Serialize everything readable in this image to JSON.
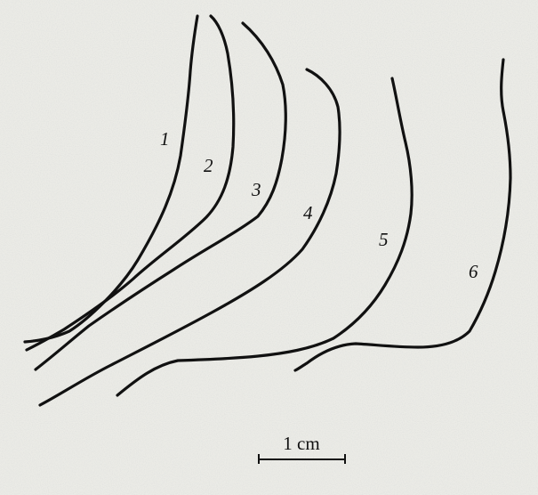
{
  "colors": {
    "paper": "#ebebe6",
    "ink": "#111111"
  },
  "curves": [
    {
      "label": "1"
    },
    {
      "label": "2"
    },
    {
      "label": "3"
    },
    {
      "label": "4"
    },
    {
      "label": "5"
    },
    {
      "label": "6"
    }
  ],
  "scale_bar": {
    "label": "1 cm"
  }
}
